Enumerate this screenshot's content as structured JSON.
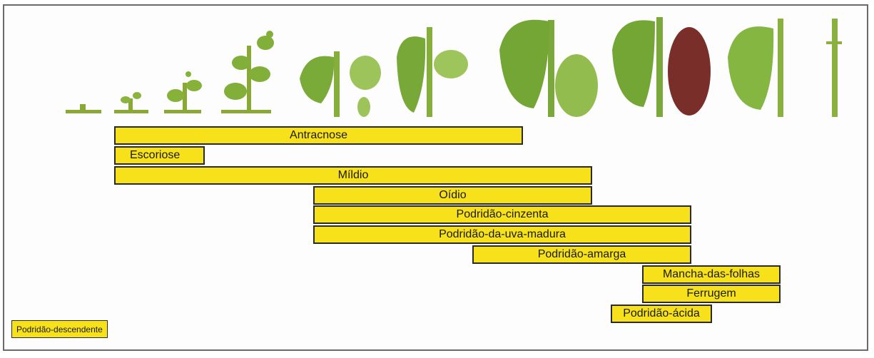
{
  "diseases": [
    {
      "name": "Antracnose"
    },
    {
      "name": "Escoriose"
    },
    {
      "name": "Míldio"
    },
    {
      "name": "Oídio"
    },
    {
      "name": "Podridão-cinzenta"
    },
    {
      "name": "Podridão-da-uva-madura"
    },
    {
      "name": "Podridão-amarga"
    },
    {
      "name": "Mancha-das-folhas"
    },
    {
      "name": "Ferrugem"
    },
    {
      "name": "Podridão-ácida"
    }
  ],
  "legend": {
    "label": "Podridão-descendente"
  },
  "colors": {
    "bar_fill": "#f6e11a",
    "bar_border": "#2a2a2a",
    "foliage_green": "#7fae3c",
    "grape_ripe": "#7a2e2a"
  },
  "illustration": {
    "description_icon": "grapevine-growth-stages-icon"
  }
}
